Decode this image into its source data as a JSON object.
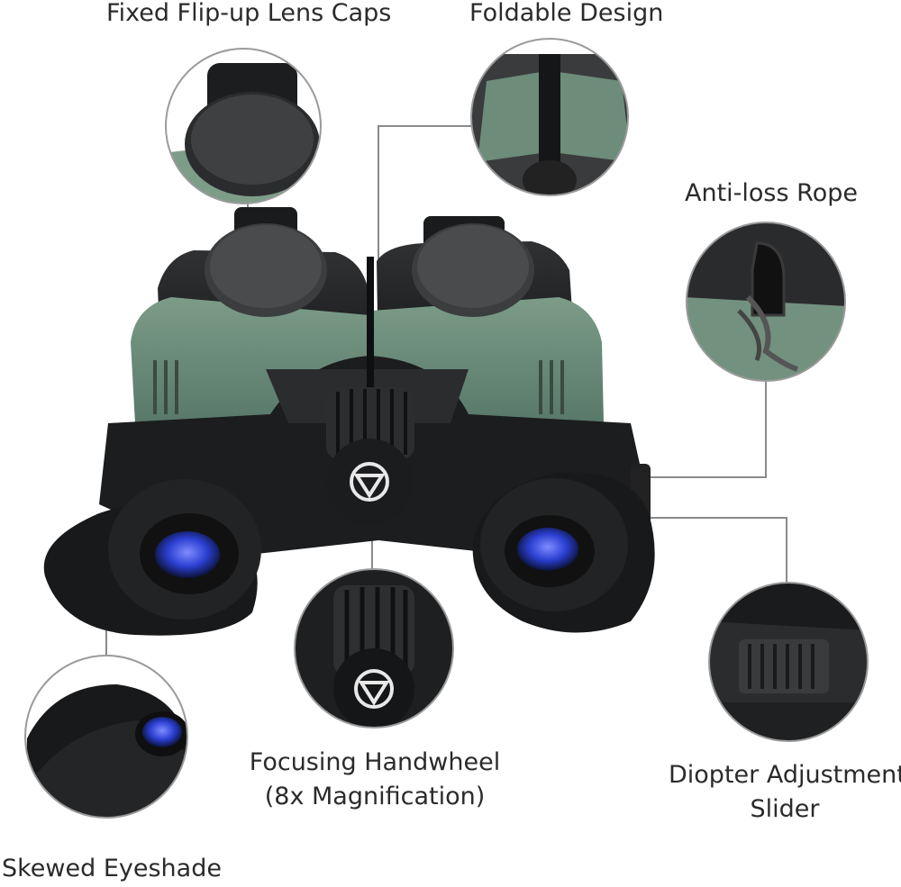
{
  "labels": {
    "lens_caps": "Fixed Flip-up Lens Caps",
    "foldable": "Foldable Design",
    "rope": "Anti-loss Rope",
    "focus_line1": "Focusing Handwheel",
    "focus_line2": "(8x Magnification)",
    "diopter_line1": "Diopter Adjustment",
    "diopter_line2": "Slider",
    "eyeshade": "Skewed Eyeshade"
  },
  "colors": {
    "body_green": "#6e8f7b",
    "rubber_black": "#1e1f21",
    "lens_blue": "#2b3fd1",
    "leader_line": "#8a8a8a",
    "circle_border": "#9a9a9a"
  },
  "icons": [
    "logo-emblem",
    "binocular-product"
  ]
}
